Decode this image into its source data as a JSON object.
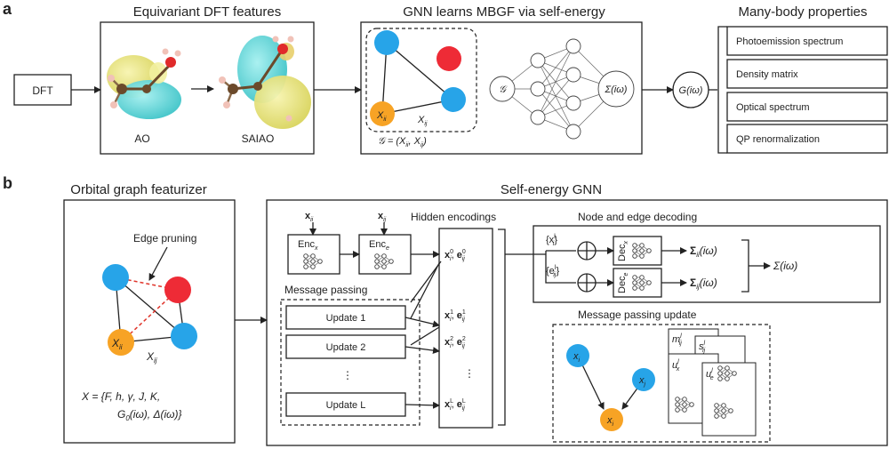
{
  "panel_a": {
    "letter": "a",
    "dft_box": "DFT",
    "features_title": "Equivariant DFT features",
    "ao_label": "AO",
    "saiao_label": "SAIAO",
    "gnn_title": "GNN learns MBGF via self-energy",
    "node_label_xii": "X",
    "node_sub_ii": "ii",
    "edge_label_xij": "X",
    "edge_sub_ij": "ij",
    "graph_formula": "𝒢 = (X",
    "graph_formula_sub1": "ii",
    "graph_formula_mid": ", X",
    "graph_formula_sub2": "ij",
    "graph_formula_end": ")",
    "nn_input": "𝒢",
    "sigma_label": "Σ(iω)",
    "green_label": "G(iω)",
    "properties_title": "Many-body properties",
    "properties": [
      "Photoemission spectrum",
      "Density matrix",
      "Optical spectrum",
      "QP renormalization"
    ]
  },
  "panel_b": {
    "letter": "b",
    "featurizer_title": "Orbital graph featurizer",
    "edge_pruning": "Edge pruning",
    "xii": "X",
    "xii_sub": "ii",
    "xij": "X",
    "xij_sub": "ij",
    "feature_set_line1": "X = {F, h, γ, J, K,",
    "feature_set_line2": "G",
    "feature_set_line2_sub": "0",
    "feature_set_line2_rest": "(iω), Δ(iω)}",
    "gnn_title": "Self-energy GNN",
    "input_x": "x",
    "input_x_sub": "ii",
    "input_e": "x",
    "input_e_sub": "ij",
    "enc_x": "Enc",
    "enc_x_sub": "x",
    "enc_e": "Enc",
    "enc_e_sub": "e",
    "hidden_title": "Hidden encodings",
    "hidden_rows": [
      {
        "a": "x",
        "asup": "0",
        "asub": "i",
        "b": "e",
        "bsup": "0",
        "bsub": "ij"
      },
      {
        "a": "x",
        "asup": "1",
        "asub": "i",
        "b": "e",
        "bsup": "1",
        "bsub": "ij"
      },
      {
        "a": "x",
        "asup": "2",
        "asub": "i",
        "b": "e",
        "bsup": "2",
        "bsub": "ij"
      },
      {
        "a": "x",
        "asup": "L",
        "asub": "i",
        "b": "e",
        "bsup": "L",
        "bsub": "ij"
      }
    ],
    "vdots": "⋮",
    "mp_title": "Message passing",
    "updates": [
      "Update 1",
      "Update 2",
      "Update L"
    ],
    "decoding_title": "Node and edge decoding",
    "set_x": "{x",
    "set_x_sup": "l",
    "set_x_sub": "i",
    "set_x_end": "}",
    "set_e": "{e",
    "set_e_sup": "l",
    "set_e_sub": "ij",
    "set_e_end": "}",
    "dec_x": "Dec",
    "dec_x_sub": "x",
    "dec_e": "Dec",
    "dec_e_sub": "e",
    "sigma_ii": "Σ",
    "sigma_ii_sub": "ii",
    "sigma_ii_rest": "(iω)",
    "sigma_ij": "Σ",
    "sigma_ij_sub": "ij",
    "sigma_ij_rest": "(iω)",
    "sigma_total": "Σ(iω)",
    "mpu_title": "Message passing update",
    "node_xi": "x",
    "node_xi_sub": "i",
    "node_xj": "x",
    "node_xj_sub": "j",
    "node_xi2": "x",
    "node_xi2_sub": "i",
    "m_label": "m",
    "m_sup": "l",
    "m_sub": "ij",
    "s_label": "s",
    "s_sup": "l",
    "s_sub": "ij",
    "ux_label": "u",
    "ux_sup": "l",
    "ux_sub": "x",
    "ue_label": "u",
    "ue_sup": "l",
    "ue_sub": "e"
  },
  "colors": {
    "blue": "#27a4e8",
    "red": "#ee2b36",
    "orange": "#f7a325",
    "cyan_lobe": "#5fd6d9",
    "yellow_lobe": "#e8e47a",
    "dashed_edge": "#e0352b"
  }
}
